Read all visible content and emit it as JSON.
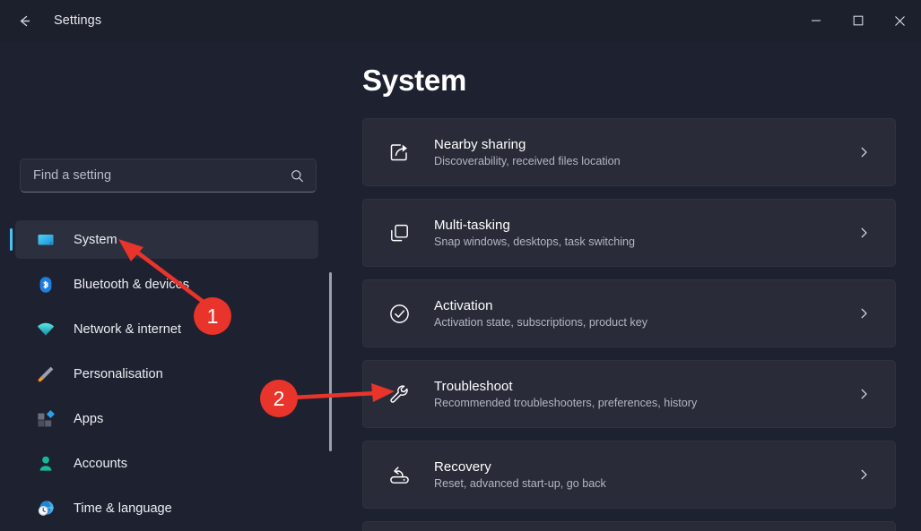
{
  "window": {
    "title": "Settings",
    "back_icon": "back-arrow-icon",
    "controls": {
      "minimize": "minimize-icon",
      "maximize": "maximize-icon",
      "close": "close-icon"
    }
  },
  "search": {
    "placeholder": "Find a setting",
    "value": "",
    "icon": "search-icon"
  },
  "sidebar": {
    "items": [
      {
        "label": "System",
        "icon": "monitor-icon",
        "selected": true
      },
      {
        "label": "Bluetooth & devices",
        "icon": "bluetooth-icon",
        "selected": false
      },
      {
        "label": "Network & internet",
        "icon": "wifi-icon",
        "selected": false
      },
      {
        "label": "Personalisation",
        "icon": "paintbrush-icon",
        "selected": false
      },
      {
        "label": "Apps",
        "icon": "apps-icon",
        "selected": false
      },
      {
        "label": "Accounts",
        "icon": "person-icon",
        "selected": false
      },
      {
        "label": "Time & language",
        "icon": "clock-globe-icon",
        "selected": false
      }
    ],
    "scrollbar": "vertical-scrollbar"
  },
  "main": {
    "heading": "System",
    "cards": [
      {
        "title": "Nearby sharing",
        "subtitle": "Discoverability, received files location",
        "icon": "share-icon",
        "chevron": "chevron-right-icon"
      },
      {
        "title": "Multi-tasking",
        "subtitle": "Snap windows, desktops, task switching",
        "icon": "windows-stack-icon",
        "chevron": "chevron-right-icon"
      },
      {
        "title": "Activation",
        "subtitle": "Activation state, subscriptions, product key",
        "icon": "check-circle-icon",
        "chevron": "chevron-right-icon"
      },
      {
        "title": "Troubleshoot",
        "subtitle": "Recommended troubleshooters, preferences, history",
        "icon": "wrench-icon",
        "chevron": "chevron-right-icon"
      },
      {
        "title": "Recovery",
        "subtitle": "Reset, advanced start-up, go back",
        "icon": "recovery-drive-icon",
        "chevron": "chevron-right-icon"
      }
    ]
  },
  "annotations": {
    "color": "#e8342a",
    "markers": [
      {
        "label": "1",
        "points_to": "System"
      },
      {
        "label": "2",
        "points_to": "Troubleshoot"
      }
    ]
  },
  "colors": {
    "window_background": "#1e2130",
    "titlebar": "#1c1f2c",
    "card": "#292c38",
    "selected_nav": "#2b2f3e",
    "accent": "#4cc2f1",
    "annotation_red": "#e8342a",
    "text_primary": "#ffffff",
    "text_secondary": "#b3b7c2"
  }
}
